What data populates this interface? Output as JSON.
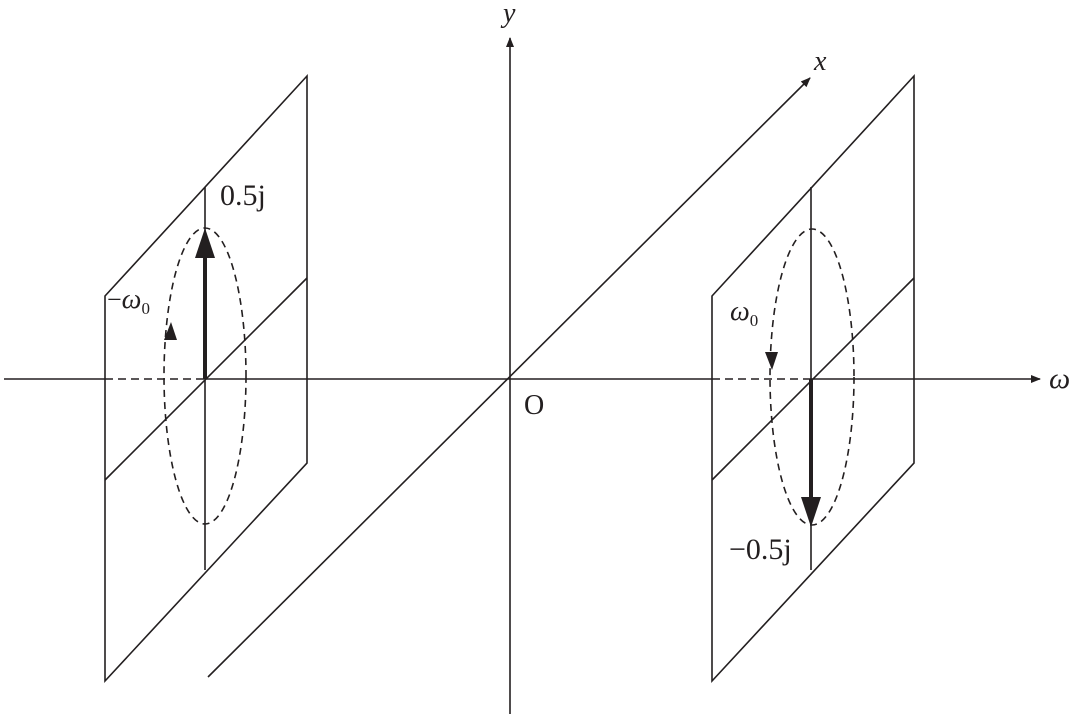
{
  "axes": {
    "y_label": "y",
    "x_label": "x",
    "omega_label": "ω",
    "origin_label": "O"
  },
  "left_phasor": {
    "value_label": "0.5j",
    "freq_symbol": "ω",
    "freq_prefix": "−",
    "freq_subscript": "0"
  },
  "right_phasor": {
    "value_label": "−0.5j",
    "freq_symbol": "ω",
    "freq_subscript": "0"
  },
  "colors": {
    "ink": "#231f20",
    "background": "#ffffff"
  }
}
